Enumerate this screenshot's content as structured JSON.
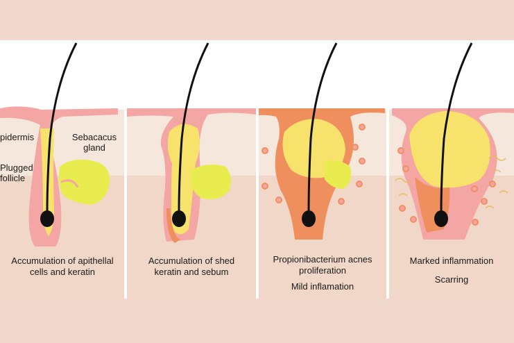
{
  "panel1": {
    "label_epidermis": "pidermis",
    "label_gland_1": "Sebacacus",
    "label_gland_2": "gland",
    "label_plugged_1": "Plugged",
    "label_plugged_2": "follicle",
    "caption_1": "Accumulation of apithellal",
    "caption_2": "cells and keratin"
  },
  "panel2": {
    "caption_1": "Accumulation of shed",
    "caption_2": "keratin and sebum"
  },
  "panel3": {
    "caption_1": "Propionibacterium acnes",
    "caption_2": "proliferation",
    "caption_3": "Mild inflamation"
  },
  "panel4": {
    "caption_1": "Marked inflammation",
    "caption_2": "Scarring"
  },
  "colors": {
    "background": "#f0d9cc",
    "white_band": "#ffffff",
    "upper_skin": "#f6e7dc",
    "lower_skin": "#f0d7c8",
    "pink_tissue": "#f3a6a3",
    "orange_tissue": "#f08f5e",
    "sebum_yellow": "#f7e26b",
    "gland_yellow": "#e9ec4e",
    "hair": "#111111",
    "divider": "#ffffff"
  }
}
